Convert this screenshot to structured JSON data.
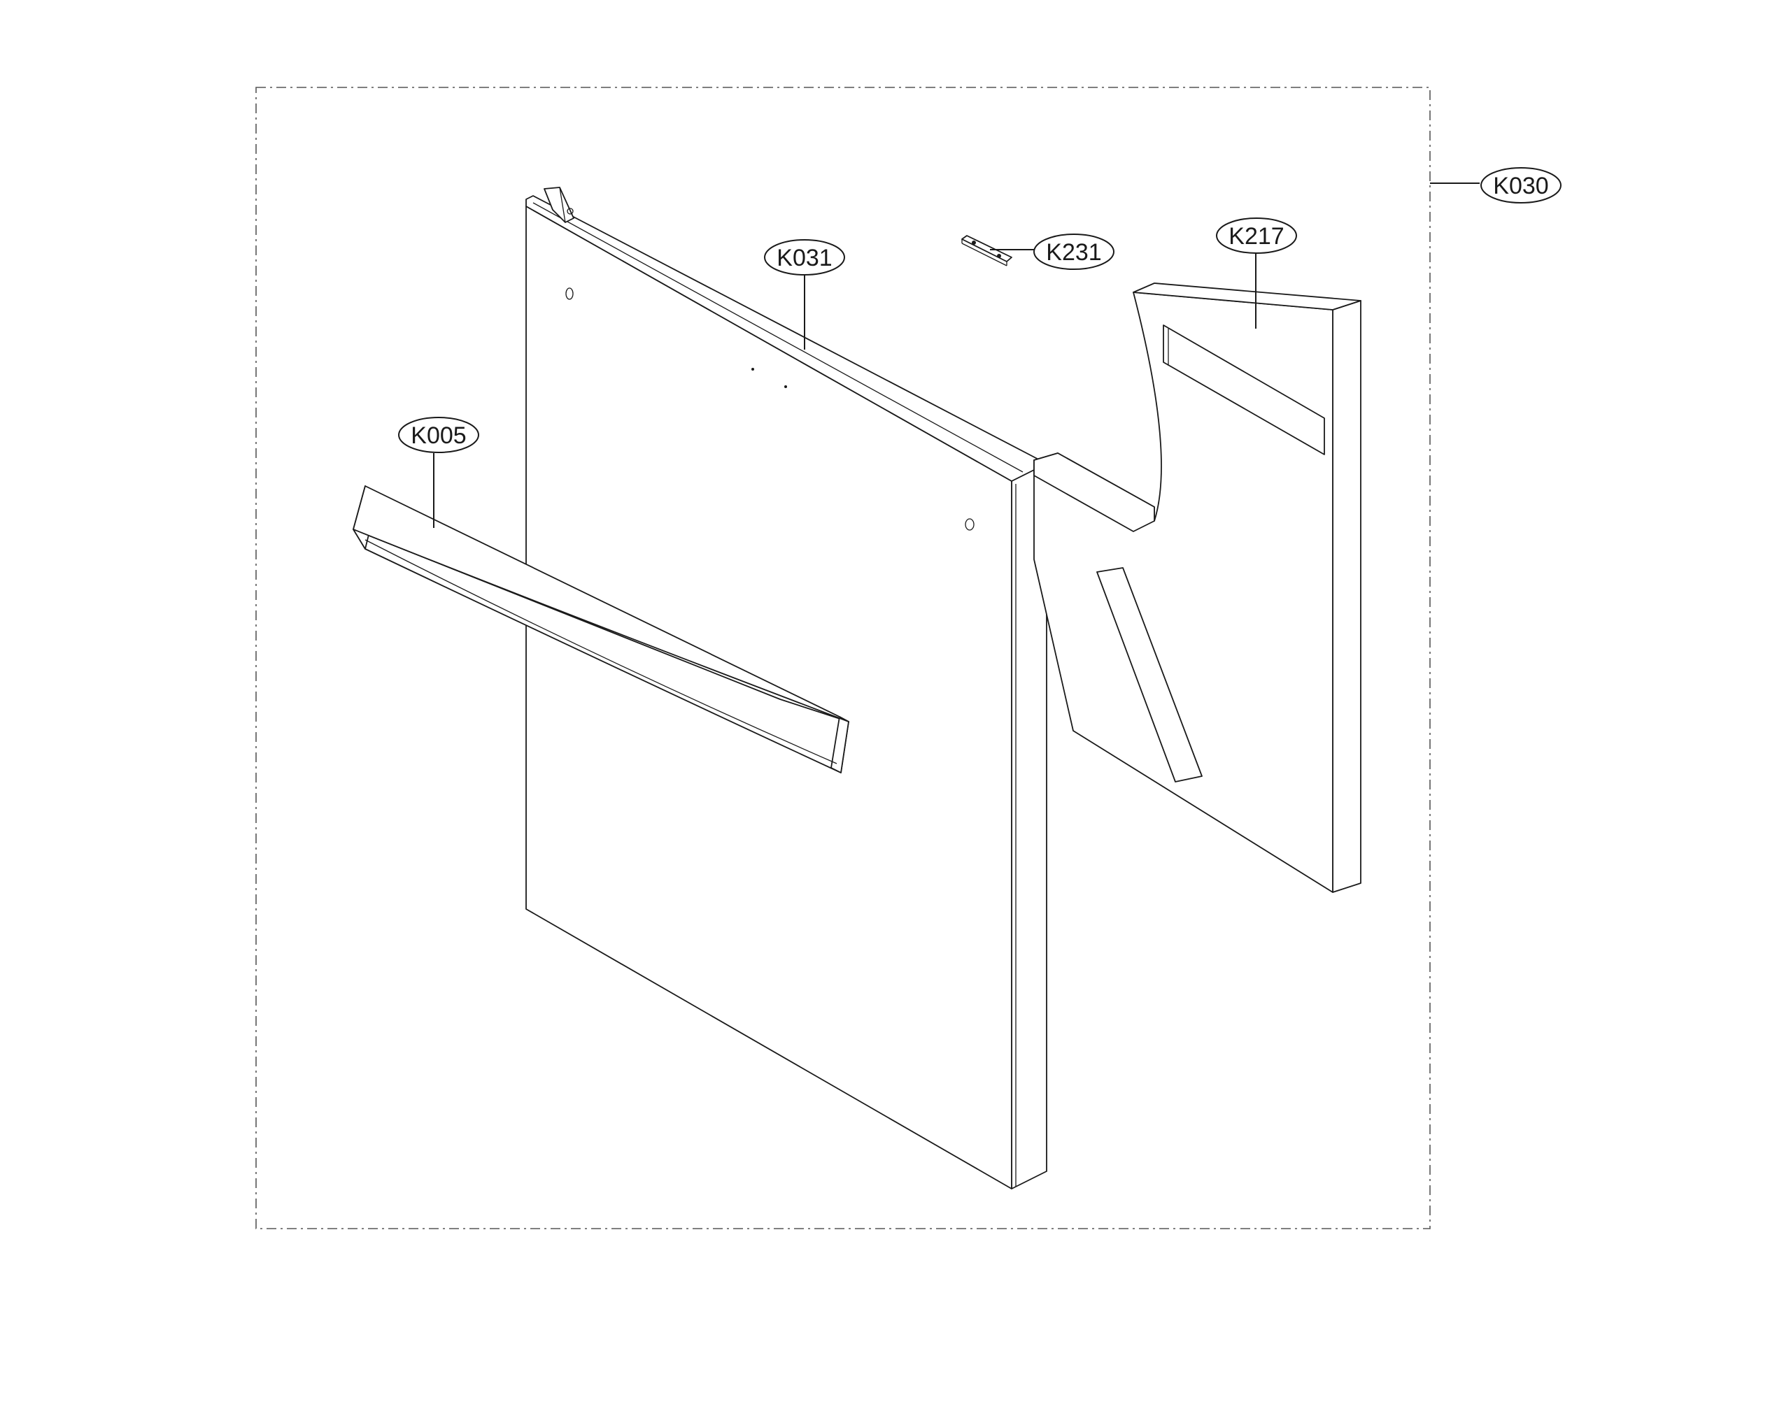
{
  "diagram": {
    "callouts": [
      {
        "id": "K030",
        "label": "K030"
      },
      {
        "id": "K031",
        "label": "K031"
      },
      {
        "id": "K231",
        "label": "K231"
      },
      {
        "id": "K217",
        "label": "K217"
      },
      {
        "id": "K005",
        "label": "K005"
      }
    ]
  }
}
